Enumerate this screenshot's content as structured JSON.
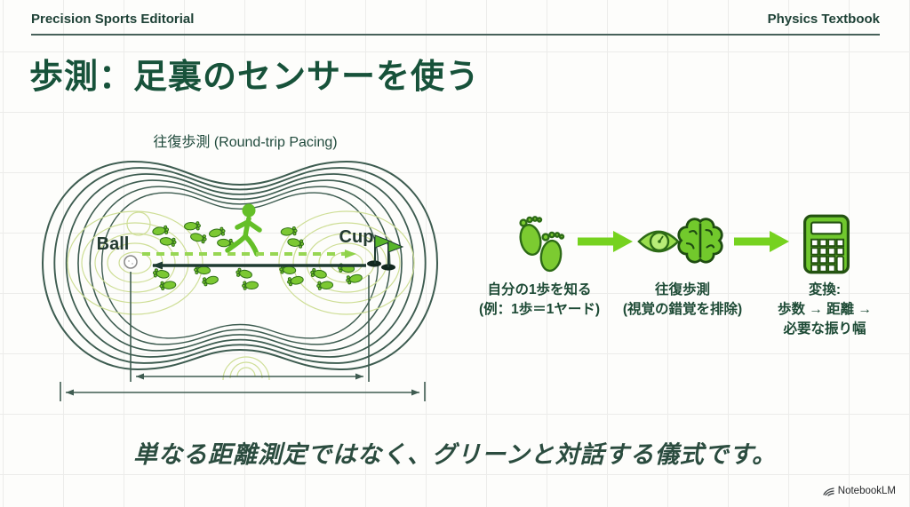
{
  "header": {
    "left": "Precision Sports Editorial",
    "right": "Physics Textbook"
  },
  "title": "歩測：足裏のセンサーを使う",
  "diagram": {
    "label": "往復歩測 (Round-trip Pacing)",
    "ball_label": "Ball",
    "cup_label": "Cup"
  },
  "steps": [
    {
      "icon": "footprints-icon",
      "lines": [
        "自分の1歩を知る",
        "(例：1歩＝1ヤード)"
      ]
    },
    {
      "icon": "eye-brain-icon",
      "lines": [
        "往復歩測",
        "(視覚の錯覚を排除)"
      ]
    },
    {
      "icon": "calculator-icon",
      "lines": [
        "変換:",
        "歩数 → 距離 →",
        "必要な振り幅"
      ]
    }
  ],
  "caption": "単なる距離測定ではなく、グリーンと対話する儀式です。",
  "footer": {
    "brand": "NotebookLM"
  },
  "colors": {
    "accent_green": "#76c82e",
    "accent_green_light": "#97d653",
    "dark_green_text": "#17523a",
    "ink_green": "#1e3b31",
    "contour_light": "#cede96",
    "dimension_line": "#3f5c51"
  }
}
